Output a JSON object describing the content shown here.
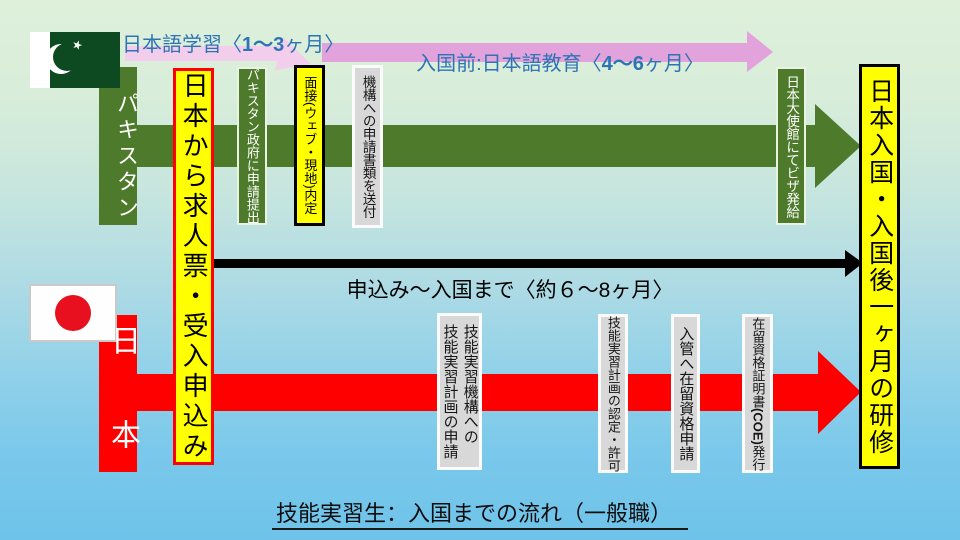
{
  "title": "技能実習生：入国までの流れ（一般職）",
  "header": {
    "study": {
      "pre": "日本語学習〈",
      "value": "1～3",
      "post": "ヶ月〉"
    },
    "preentry": {
      "pre": "入国前:日本語教育〈",
      "value": "4～6",
      "post": "ヶ月〉"
    }
  },
  "timeline": {
    "duration": "申込み～入国まで〈約６～8ヶ月〉"
  },
  "milestones": {
    "offer": "日本から求人票・受入申込み",
    "entry": "日本入国・入国後一ヶ月の研修"
  },
  "pakistan_track": {
    "country": "パキスタン",
    "steps": {
      "gov": "パキスタン政府に申請提出",
      "interview": "面接(ウェブ・現地)内定",
      "docs": "機構への申請書類を送付",
      "visa": "日本大使館にてビザ発給"
    }
  },
  "japan_track": {
    "country": "日本",
    "steps": {
      "plan_apply": "技能実習機構への\n技能実習計画の申請",
      "plan_approve": "技能実習計画の認定・許可",
      "residence": "入管へ在留資格申請",
      "coe": {
        "pre": "在留資格証明書",
        "bold": "(COE)",
        "post": "発行"
      }
    }
  },
  "colors": {
    "pakistan_green": "#4E7B2B",
    "flag_dark_green": "#0E4A21",
    "japan_red": "#FF0000",
    "highlight_yellow": "#FFFF00",
    "step_gray": "#D8D8D8",
    "education_arrow_pink": "#E2A2DC",
    "study_arrow_pink_light": "#F3CDEC",
    "timeline_black": "#000000",
    "label_blue": "#2E74B5"
  }
}
